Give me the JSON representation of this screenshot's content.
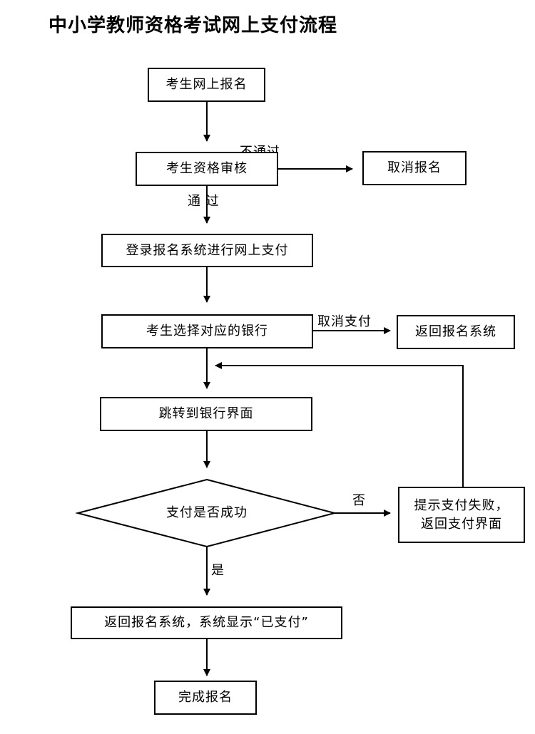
{
  "title": "中小学教师资格考试网上支付流程",
  "nodes": {
    "register": "考生网上报名",
    "review": "考生资格审核",
    "cancel_registration": "取消报名",
    "login_pay": "登录报名系统进行网上支付",
    "choose_bank": "考生选择对应的银行",
    "return_system": "返回报名系统",
    "jump_bank": "跳转到银行界面",
    "decision": "支付是否成功",
    "fail_line1": "提示支付失败，",
    "fail_line2": "返回支付界面",
    "paid": "返回报名系统，系统显示“已支付”",
    "complete": "完成报名"
  },
  "edge_labels": {
    "not_pass_partial": "不通过",
    "pass": "通  过",
    "cancel_payment": "取消支付",
    "no": "否",
    "yes": "是"
  }
}
